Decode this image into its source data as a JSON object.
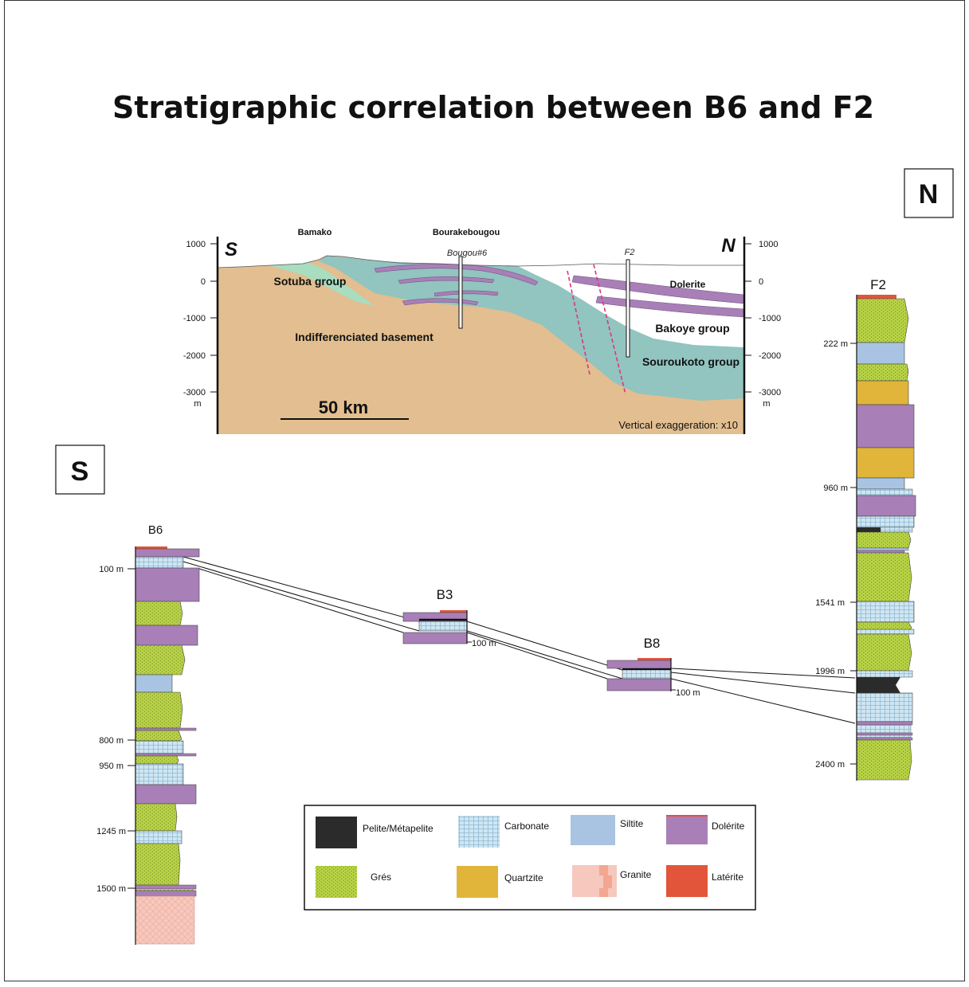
{
  "title": "Stratigraphic correlation between B6 and F2",
  "directions": {
    "north": "N",
    "south": "S"
  },
  "cross_section": {
    "left_label": "S",
    "right_label": "N",
    "depth_ticks_left": [
      "1000",
      "0",
      "-1000",
      "-2000",
      "-3000"
    ],
    "depth_ticks_right": [
      "1000",
      "0",
      "-1000",
      "-2000",
      "-3000"
    ],
    "depth_unit": "m",
    "places": {
      "bamako": "Bamako",
      "bourakebougou": "Bourakebougou",
      "bougou6": "Bougou#6",
      "f2": "F2"
    },
    "units": {
      "sotuba": "Sotuba group",
      "basement": "Indifferenciated basement",
      "dolerite": "Dolerite",
      "bakoye": "Bakoye group",
      "souroukoto": "Souroukoto group"
    },
    "scale": "50 km",
    "exaggeration": "Vertical exaggeration: x10"
  },
  "wells": {
    "b6": {
      "name": "B6",
      "depths": [
        "100 m",
        "800 m",
        "950 m",
        "1245 m",
        "1500 m"
      ]
    },
    "b3": {
      "name": "B3",
      "depths": [
        "100 m"
      ]
    },
    "b8": {
      "name": "B8",
      "depths": [
        "100 m"
      ]
    },
    "f2": {
      "name": "F2",
      "depths": [
        "222 m",
        "960 m",
        "1541 m",
        "1996 m",
        "2400 m"
      ]
    }
  },
  "legend": {
    "items": [
      {
        "label": "Pelite/Métapelite",
        "color": "#2b2b2b",
        "pattern": "solid"
      },
      {
        "label": "Carbonate",
        "color": "#cfe6f2",
        "pattern": "grid"
      },
      {
        "label": "Siltite",
        "color": "#a8c4e2",
        "pattern": "solid"
      },
      {
        "label": "Dolérite",
        "color": "#a97fb8",
        "pattern": "solid"
      },
      {
        "label": "Grés",
        "color": "#b9d447",
        "pattern": "dots"
      },
      {
        "label": "Quartzite",
        "color": "#e0b53a",
        "pattern": "solid"
      },
      {
        "label": "Granite",
        "color": "#f6c8be",
        "pattern": "blocks"
      },
      {
        "label": "Latérite",
        "color": "#e2553a",
        "pattern": "solid"
      }
    ]
  },
  "colors": {
    "basement": "#e2be90",
    "souroukoto": "#92c4c0",
    "sotuba": "#a8ddc0",
    "dolerite": "#a97fb8",
    "fault": "#e0357a",
    "gres": "#b9d447",
    "carbonate": "#cfe6f2",
    "siltite": "#a8c4e2",
    "quartzite": "#e0b53a",
    "pelite": "#2b2b2b",
    "laterite": "#e2553a",
    "granite": "#f6c8be"
  }
}
